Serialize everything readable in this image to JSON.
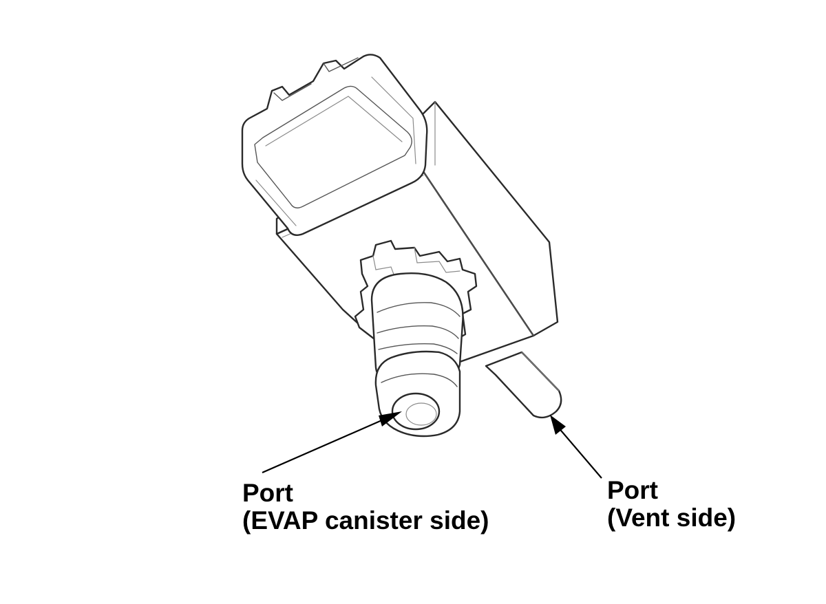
{
  "labels": {
    "evap_port": {
      "line1": "Port",
      "line2": "(EVAP canister side)"
    },
    "vent_port": {
      "line1": "Port",
      "line2": "(Vent side)"
    }
  },
  "colors": {
    "line": "#2a2a2a",
    "background": "#ffffff",
    "text": "#000000"
  }
}
